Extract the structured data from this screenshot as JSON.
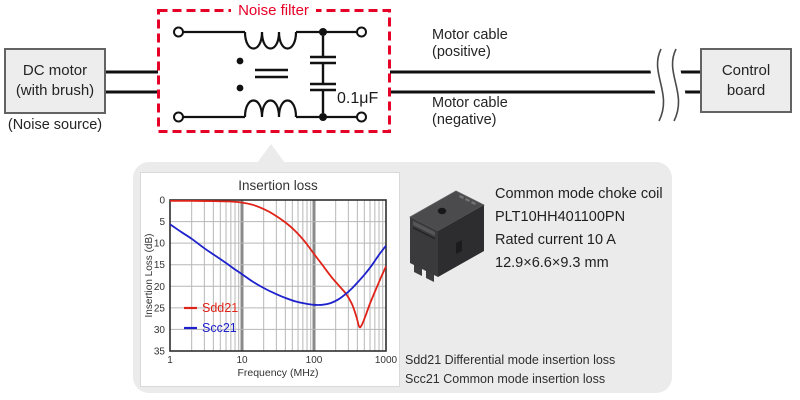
{
  "diagram": {
    "dc_motor": {
      "line1": "DC motor",
      "line2": "(with brush)"
    },
    "noise_source": "(Noise source)",
    "noise_filter": "Noise filter",
    "capacitor_value": "0.1μF",
    "cable_positive": {
      "line1": "Motor cable",
      "line2": "(positive)"
    },
    "cable_negative": {
      "line1": "Motor cable",
      "line2": "(negative)"
    },
    "control_board": {
      "line1": "Control",
      "line2": "board"
    }
  },
  "panel": {
    "product": {
      "name": "Common mode choke coil",
      "part_number": "PLT10HH401100PN",
      "rated_current": "Rated current 10 A",
      "dimensions": "12.9×6.6×9.3 mm"
    },
    "notes": {
      "sdd21": "Sdd21 Differential mode insertion loss",
      "scc21": "Scc21 Common mode insertion loss"
    }
  },
  "colors": {
    "accent_red": "#e60027",
    "panel_gray": "#ebebeb",
    "box_fill": "#ededed",
    "box_border": "#636363",
    "sdd21_red": "#e02318",
    "scc21_blue": "#1e22cc"
  },
  "chart_data": {
    "type": "line",
    "title": "Insertion loss",
    "xlabel": "Frequency (MHz)",
    "ylabel": "Insertion Loss (dB)",
    "x_scale": "log",
    "xlim": [
      1,
      1000
    ],
    "ylim": [
      0,
      35
    ],
    "y_axis_direction": "0 dB at top, 35 dB at bottom",
    "x_ticks": [
      1,
      10,
      100,
      1000
    ],
    "y_ticks": [
      0,
      5,
      10,
      15,
      20,
      25,
      30,
      35
    ],
    "grid": true,
    "legend_position": "lower-left",
    "series": [
      {
        "name": "Sdd21",
        "color": "#e02318",
        "points": [
          [
            1,
            0.2
          ],
          [
            2,
            0.2
          ],
          [
            4,
            0.25
          ],
          [
            7,
            0.35
          ],
          [
            10,
            0.6
          ],
          [
            14,
            1.1
          ],
          [
            20,
            2.1
          ],
          [
            28,
            3.4
          ],
          [
            40,
            5.2
          ],
          [
            55,
            7.2
          ],
          [
            75,
            9.7
          ],
          [
            100,
            12.5
          ],
          [
            130,
            15.0
          ],
          [
            170,
            17.6
          ],
          [
            220,
            19.8
          ],
          [
            280,
            21.8
          ],
          [
            340,
            24.3
          ],
          [
            390,
            27.2
          ],
          [
            425,
            29.4
          ],
          [
            460,
            29.0
          ],
          [
            520,
            26.8
          ],
          [
            600,
            24.0
          ],
          [
            700,
            21.3
          ],
          [
            840,
            18.2
          ],
          [
            1000,
            15.4
          ]
        ]
      },
      {
        "name": "Scc21",
        "color": "#1e22cc",
        "points": [
          [
            1,
            5.6
          ],
          [
            1.4,
            7.3
          ],
          [
            2,
            9.0
          ],
          [
            3,
            11.2
          ],
          [
            4,
            12.6
          ],
          [
            6,
            14.6
          ],
          [
            8,
            16.1
          ],
          [
            10,
            17.2
          ],
          [
            14,
            18.9
          ],
          [
            20,
            20.4
          ],
          [
            28,
            21.6
          ],
          [
            40,
            22.7
          ],
          [
            55,
            23.5
          ],
          [
            75,
            24.0
          ],
          [
            100,
            24.3
          ],
          [
            130,
            24.3
          ],
          [
            170,
            23.9
          ],
          [
            220,
            23.0
          ],
          [
            280,
            21.7
          ],
          [
            350,
            20.2
          ],
          [
            430,
            18.6
          ],
          [
            520,
            17.0
          ],
          [
            650,
            14.9
          ],
          [
            800,
            12.7
          ],
          [
            1000,
            10.6
          ]
        ]
      }
    ]
  }
}
